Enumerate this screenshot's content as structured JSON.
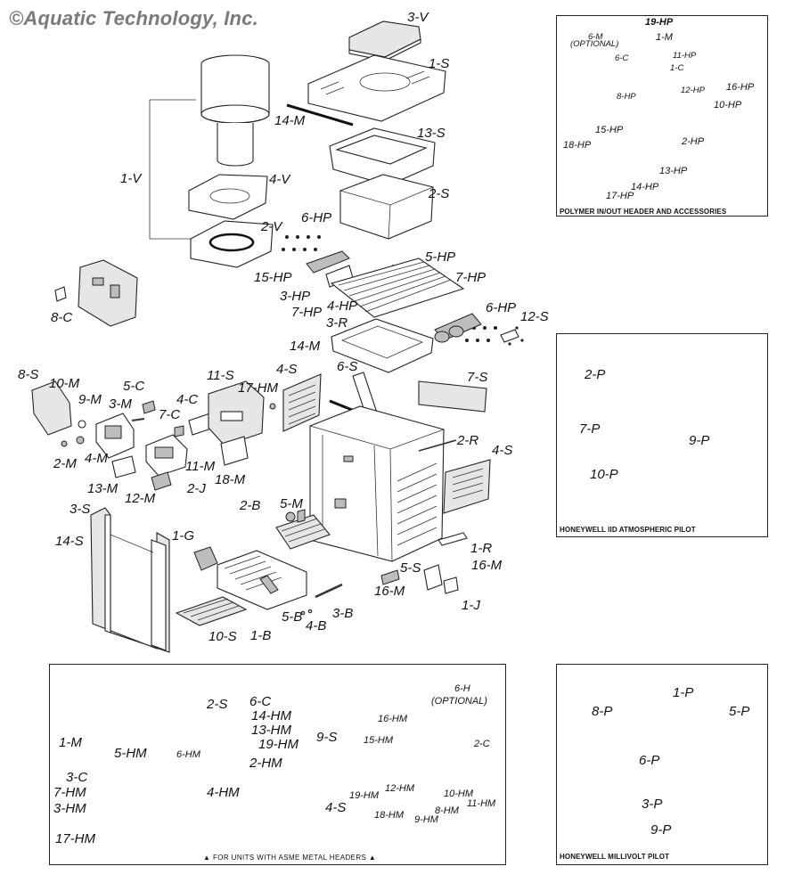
{
  "copyright": "©Aquatic Technology, Inc.",
  "labels": {
    "l_3V": "3-V",
    "l_1S": "1-S",
    "l_14M": "14-M",
    "l_13S": "13-S",
    "l_1V": "1-V",
    "l_4V": "4-V",
    "l_2S": "2-S",
    "l_6HP": "6-HP",
    "l_2V": "2-V",
    "l_5HP": "5-HP",
    "l_15HP": "15-HP",
    "l_7HP": "7-HP",
    "l_3HP": "3-HP",
    "l_4HP": "4-HP",
    "l_7HPb": "7-HP",
    "l_6HPb": "6-HP",
    "l_3R": "3-R",
    "l_12S": "12-S",
    "l_8C": "8-C",
    "l_14Mb": "14-M",
    "l_6S": "6-S",
    "l_4S": "4-S",
    "l_7S": "7-S",
    "l_8S": "8-S",
    "l_10M": "10-M",
    "l_9M": "9-M",
    "l_5C": "5-C",
    "l_11S": "11-S",
    "l_17HM": "17-HM",
    "l_3M": "3-M",
    "l_4C": "4-C",
    "l_7C": "7-C",
    "l_2R": "2-R",
    "l_4Sb": "4-S",
    "l_2M": "2-M",
    "l_4M": "4-M",
    "l_11M": "11-M",
    "l_18M": "18-M",
    "l_13M": "13-M",
    "l_12M": "12-M",
    "l_2J": "2-J",
    "l_3S": "3-S",
    "l_14S": "14-S",
    "l_2B": "2-B",
    "l_5M": "5-M",
    "l_1G": "1-G",
    "l_1R": "1-R",
    "l_16M": "16-M",
    "l_5S": "5-S",
    "l_16Mb": "16-M",
    "l_1J": "1-J",
    "l_3B": "3-B",
    "l_5B": "5-B",
    "l_4B": "4-B",
    "l_10S": "10-S",
    "l_1B": "1-B"
  },
  "polymer_panel": {
    "caption": "POLYMER IN/OUT HEADER AND ACCESSORIES",
    "labels": {
      "p_19HP": "19-HP",
      "p_6M": "6-M",
      "p_6M_opt": "(OPTIONAL)",
      "p_1M": "1-M",
      "p_6C": "6-C",
      "p_11HP": "11-HP",
      "p_1C": "1-C",
      "p_8HP": "8-HP",
      "p_12HP": "12-HP",
      "p_16HP": "16-HP",
      "p_10HP": "10-HP",
      "p_15HP": "15-HP",
      "p_18HP": "18-HP",
      "p_2HP": "2-HP",
      "p_13HP": "13-HP",
      "p_14HP": "14-HP",
      "p_17HP": "17-HP"
    }
  },
  "iid_panel": {
    "caption": "HONEYWELL IID ATMOSPHERIC PILOT",
    "labels": {
      "i_2P": "2-P",
      "i_7P": "7-P",
      "i_9P": "9-P",
      "i_10P": "10-P"
    }
  },
  "asme_panel": {
    "note": "FOR UNITS WITH ASME METAL HEADERS",
    "labels": {
      "a_2S": "2-S",
      "a_6C": "6-C",
      "a_14HM": "14-HM",
      "a_13HM": "13-HM",
      "a_19HM": "19-HM",
      "a_1M": "1-M",
      "a_5HM": "5-HM",
      "a_6HM": "6-HM",
      "a_2HM": "2-HM",
      "a_9S": "9-S",
      "a_3C": "3-C",
      "a_7HM": "7-HM",
      "a_4HM": "4-HM",
      "a_3HM": "3-HM",
      "a_17HM": "17-HM",
      "a_4S": "4-S",
      "a_6H": "6-H",
      "a_6H_opt": "(OPTIONAL)",
      "a_16HM": "16-HM",
      "a_15HM": "15-HM",
      "a_2C": "2-C",
      "a_19HMb": "19-HM",
      "a_12HM": "12-HM",
      "a_10HM": "10-HM",
      "a_11HM": "11-HM",
      "a_18HM": "18-HM",
      "a_8HM": "8-HM",
      "a_9HM": "9-HM"
    }
  },
  "millivolt_panel": {
    "caption": "HONEYWELL MILLIVOLT PILOT",
    "labels": {
      "m_1P": "1-P",
      "m_8P": "8-P",
      "m_5P": "5-P",
      "m_6P": "6-P",
      "m_3P": "3-P",
      "m_9P": "9-P"
    }
  }
}
